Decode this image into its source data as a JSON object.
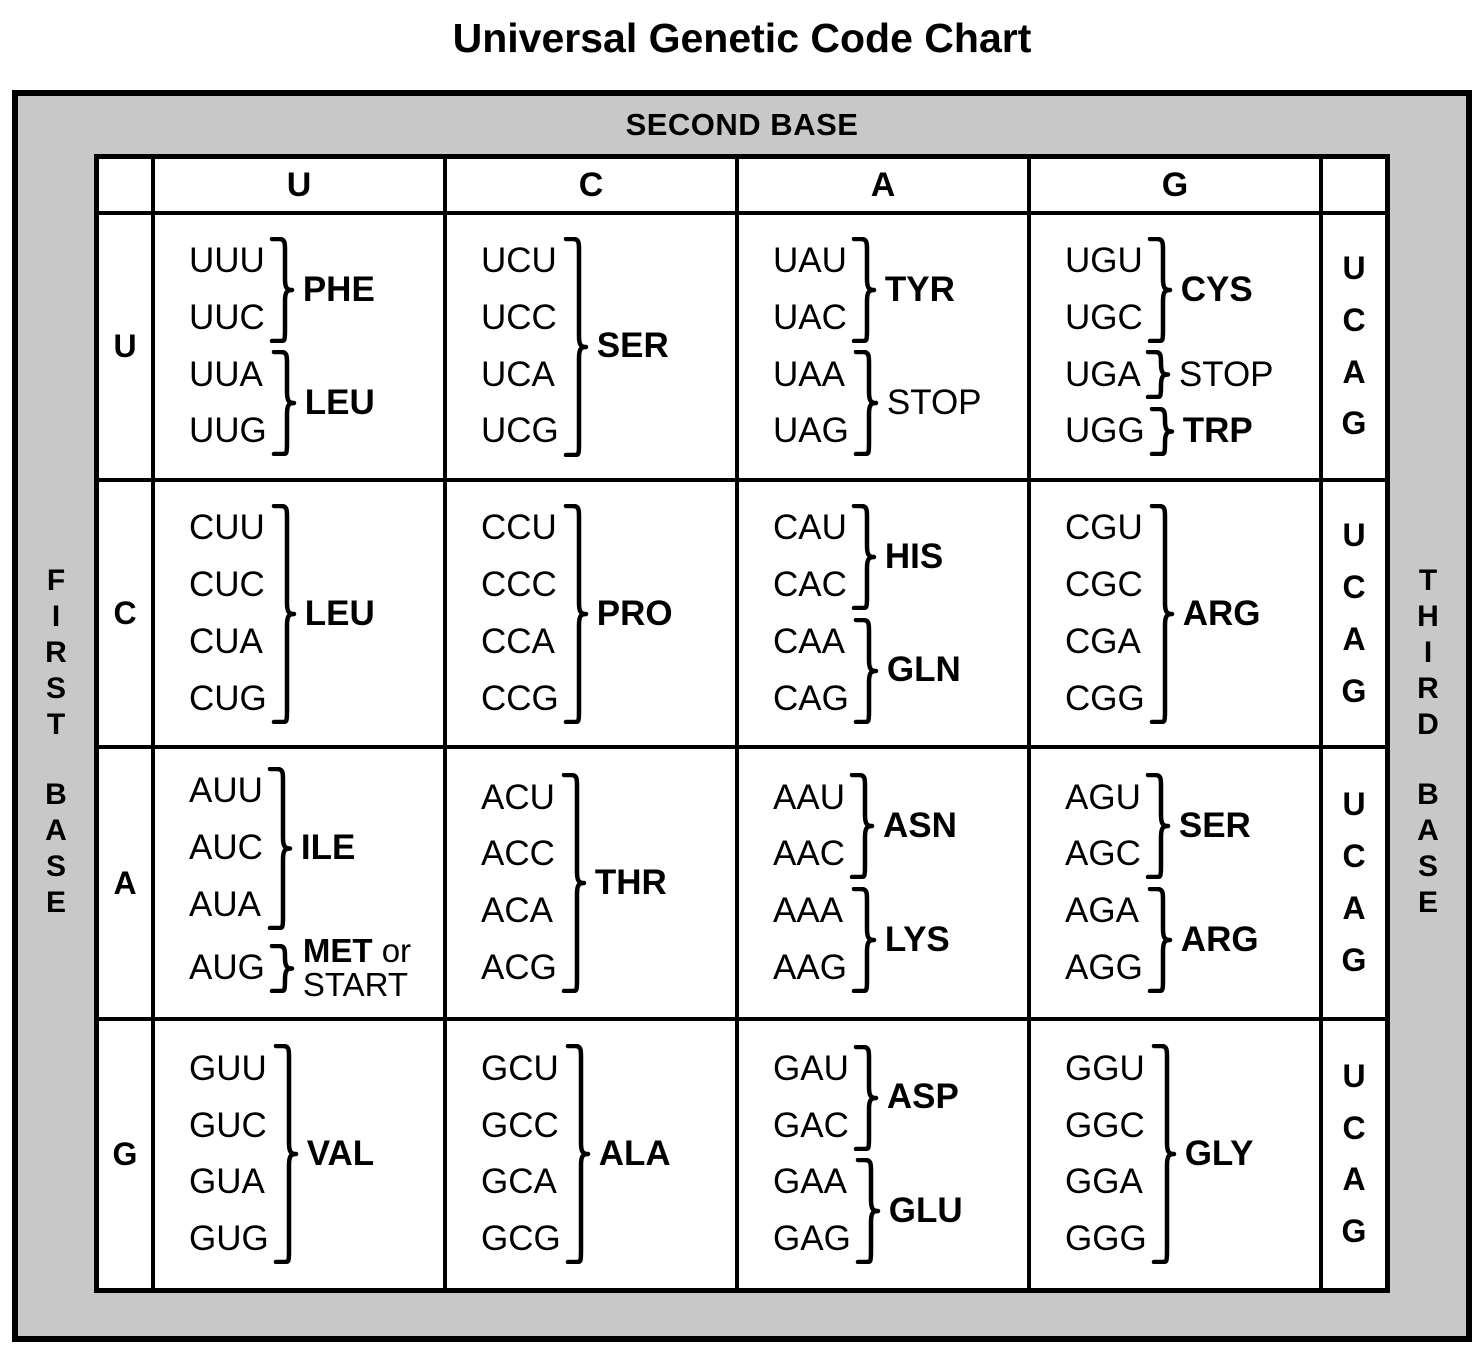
{
  "title": "Universal Genetic Code Chart",
  "labels": {
    "second_base": "SECOND BASE",
    "first_base": "FIRST BASE",
    "third_base": "THIRD BASE"
  },
  "colors": {
    "panel_gray": "#c8c8c8",
    "border_black": "#000000",
    "cell_white": "#ffffff"
  },
  "second_base_headers": [
    "U",
    "C",
    "A",
    "G"
  ],
  "first_base_headers": [
    "U",
    "C",
    "A",
    "G"
  ],
  "third_base_column": [
    "U",
    "C",
    "A",
    "G"
  ],
  "chart_data": {
    "type": "table",
    "title": "Universal Genetic Code Chart",
    "rows": [
      "U",
      "C",
      "A",
      "G"
    ],
    "columns": [
      "U",
      "C",
      "A",
      "G"
    ],
    "third_base_order": [
      "U",
      "C",
      "A",
      "G"
    ],
    "cells": [
      {
        "first": "U",
        "second": "U",
        "groups": [
          {
            "codons": [
              "UUU",
              "UUC"
            ],
            "label": "PHE",
            "bold": true
          },
          {
            "codons": [
              "UUA",
              "UUG"
            ],
            "label": "LEU",
            "bold": true
          }
        ]
      },
      {
        "first": "U",
        "second": "C",
        "groups": [
          {
            "codons": [
              "UCU",
              "UCC",
              "UCA",
              "UCG"
            ],
            "label": "SER",
            "bold": true
          }
        ]
      },
      {
        "first": "U",
        "second": "A",
        "groups": [
          {
            "codons": [
              "UAU",
              "UAC"
            ],
            "label": "TYR",
            "bold": true
          },
          {
            "codons": [
              "UAA",
              "UAG"
            ],
            "label": "STOP",
            "bold": false
          }
        ]
      },
      {
        "first": "U",
        "second": "G",
        "groups": [
          {
            "codons": [
              "UGU",
              "UGC"
            ],
            "label": "CYS",
            "bold": true
          },
          {
            "codons": [
              "UGA"
            ],
            "label": "STOP",
            "bold": false
          },
          {
            "codons": [
              "UGG"
            ],
            "label": "TRP",
            "bold": true
          }
        ]
      },
      {
        "first": "C",
        "second": "U",
        "groups": [
          {
            "codons": [
              "CUU",
              "CUC",
              "CUA",
              "CUG"
            ],
            "label": "LEU",
            "bold": true
          }
        ]
      },
      {
        "first": "C",
        "second": "C",
        "groups": [
          {
            "codons": [
              "CCU",
              "CCC",
              "CCA",
              "CCG"
            ],
            "label": "PRO",
            "bold": true
          }
        ]
      },
      {
        "first": "C",
        "second": "A",
        "groups": [
          {
            "codons": [
              "CAU",
              "CAC"
            ],
            "label": "HIS",
            "bold": true
          },
          {
            "codons": [
              "CAA",
              "CAG"
            ],
            "label": "GLN",
            "bold": true
          }
        ]
      },
      {
        "first": "C",
        "second": "G",
        "groups": [
          {
            "codons": [
              "CGU",
              "CGC",
              "CGA",
              "CGG"
            ],
            "label": "ARG",
            "bold": true
          }
        ]
      },
      {
        "first": "A",
        "second": "U",
        "groups": [
          {
            "codons": [
              "AUU",
              "AUC",
              "AUA"
            ],
            "label": "ILE",
            "bold": true
          },
          {
            "codons": [
              "AUG"
            ],
            "label": "MET or START",
            "label_main": "MET",
            "label_suffix": "or",
            "label_line2": "START",
            "bold": true,
            "two_line": true
          }
        ]
      },
      {
        "first": "A",
        "second": "C",
        "groups": [
          {
            "codons": [
              "ACU",
              "ACC",
              "ACA",
              "ACG"
            ],
            "label": "THR",
            "bold": true
          }
        ]
      },
      {
        "first": "A",
        "second": "A",
        "groups": [
          {
            "codons": [
              "AAU",
              "AAC"
            ],
            "label": "ASN",
            "bold": true
          },
          {
            "codons": [
              "AAA",
              "AAG"
            ],
            "label": "LYS",
            "bold": true
          }
        ]
      },
      {
        "first": "A",
        "second": "G",
        "groups": [
          {
            "codons": [
              "AGU",
              "AGC"
            ],
            "label": "SER",
            "bold": true
          },
          {
            "codons": [
              "AGA",
              "AGG"
            ],
            "label": "ARG",
            "bold": true
          }
        ]
      },
      {
        "first": "G",
        "second": "U",
        "groups": [
          {
            "codons": [
              "GUU",
              "GUC",
              "GUA",
              "GUG"
            ],
            "label": "VAL",
            "bold": true
          }
        ]
      },
      {
        "first": "G",
        "second": "C",
        "groups": [
          {
            "codons": [
              "GCU",
              "GCC",
              "GCA",
              "GCG"
            ],
            "label": "ALA",
            "bold": true
          }
        ]
      },
      {
        "first": "G",
        "second": "A",
        "groups": [
          {
            "codons": [
              "GAU",
              "GAC"
            ],
            "label": "ASP",
            "bold": true
          },
          {
            "codons": [
              "GAA",
              "GAG"
            ],
            "label": "GLU",
            "bold": true
          }
        ]
      },
      {
        "first": "G",
        "second": "G",
        "groups": [
          {
            "codons": [
              "GGU",
              "GGC",
              "GGA",
              "GGG"
            ],
            "label": "GLY",
            "bold": true
          }
        ]
      }
    ]
  }
}
